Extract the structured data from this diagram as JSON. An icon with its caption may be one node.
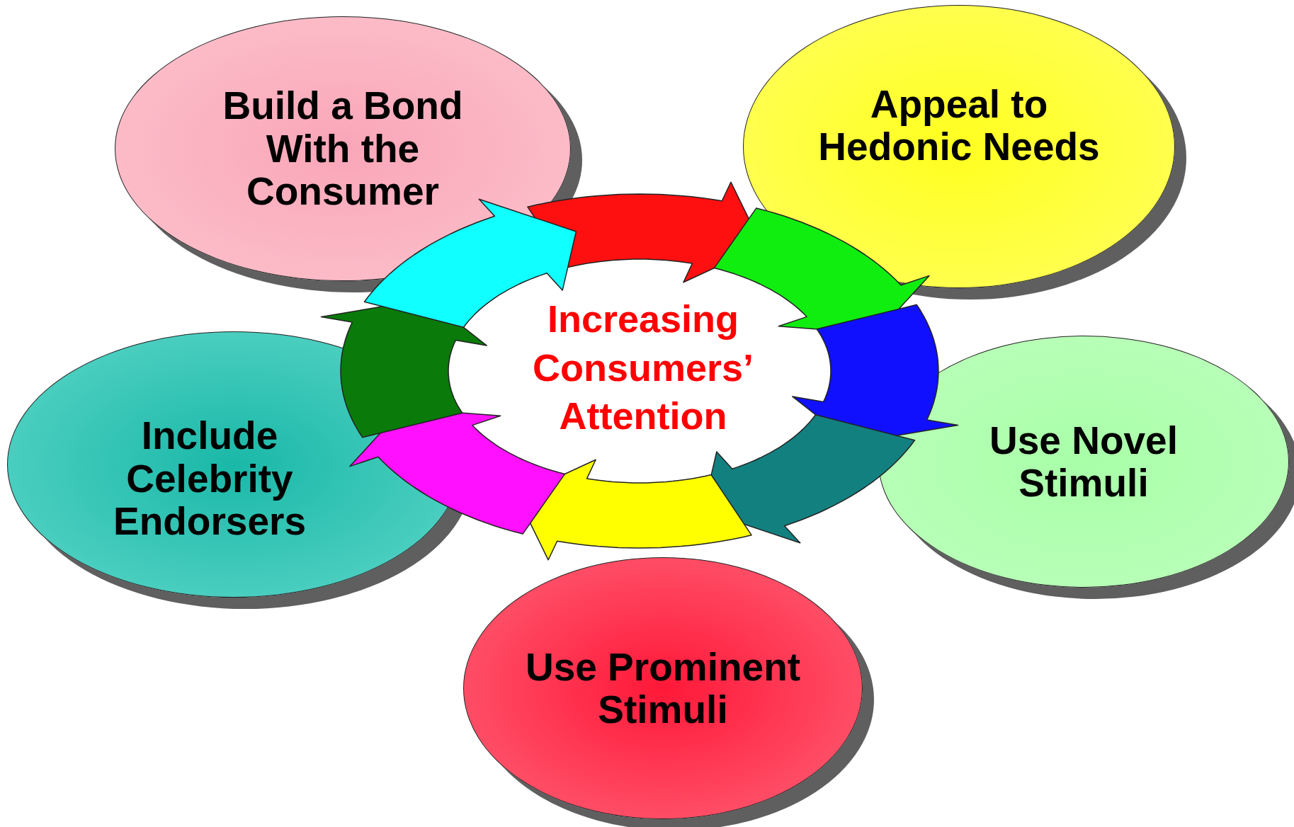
{
  "diagram": {
    "nodes": [
      {
        "text": [
          "Build a Bond With the Consumer"
        ]
      },
      {
        "text": [
          "Appeal to Hedonic Needs"
        ]
      },
      {
        "text": [
          "Include Celebrity Endorsers"
        ]
      },
      {
        "text": [
          "Use Novel Stimuli"
        ]
      },
      {
        "text": [
          "Use Prominent Stimuli"
        ]
      }
    ],
    "labels": [
      "Increasing Consumers’ Attention"
    ]
  }
}
